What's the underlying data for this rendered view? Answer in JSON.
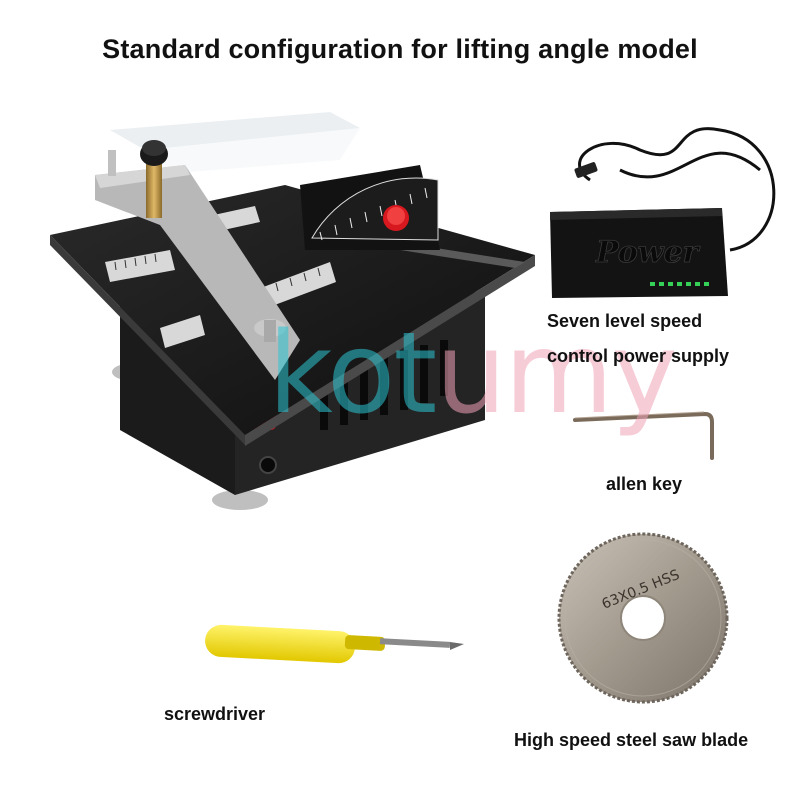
{
  "title": "Standard configuration for lifting angle model",
  "labels": {
    "power_line1": "Seven level speed",
    "power_line2": "control power supply",
    "allen_key": "allen key",
    "screwdriver": "screwdriver",
    "saw_blade": "High speed steel saw blade"
  },
  "power_supply": {
    "brand_text": "Power",
    "led_count": 7
  },
  "saw_blade": {
    "engraving": "63X0.5 HSS"
  },
  "watermark": {
    "part1": "kot",
    "part2": "umy"
  },
  "colors": {
    "saw_body": "#1a1a1a",
    "knob_red": "#d8181f",
    "screwdriver_handle": "#f2e21a",
    "watermark_cyan": "#2cc6d3",
    "watermark_pink": "#f0a3b8",
    "led_green": "#34d058"
  }
}
